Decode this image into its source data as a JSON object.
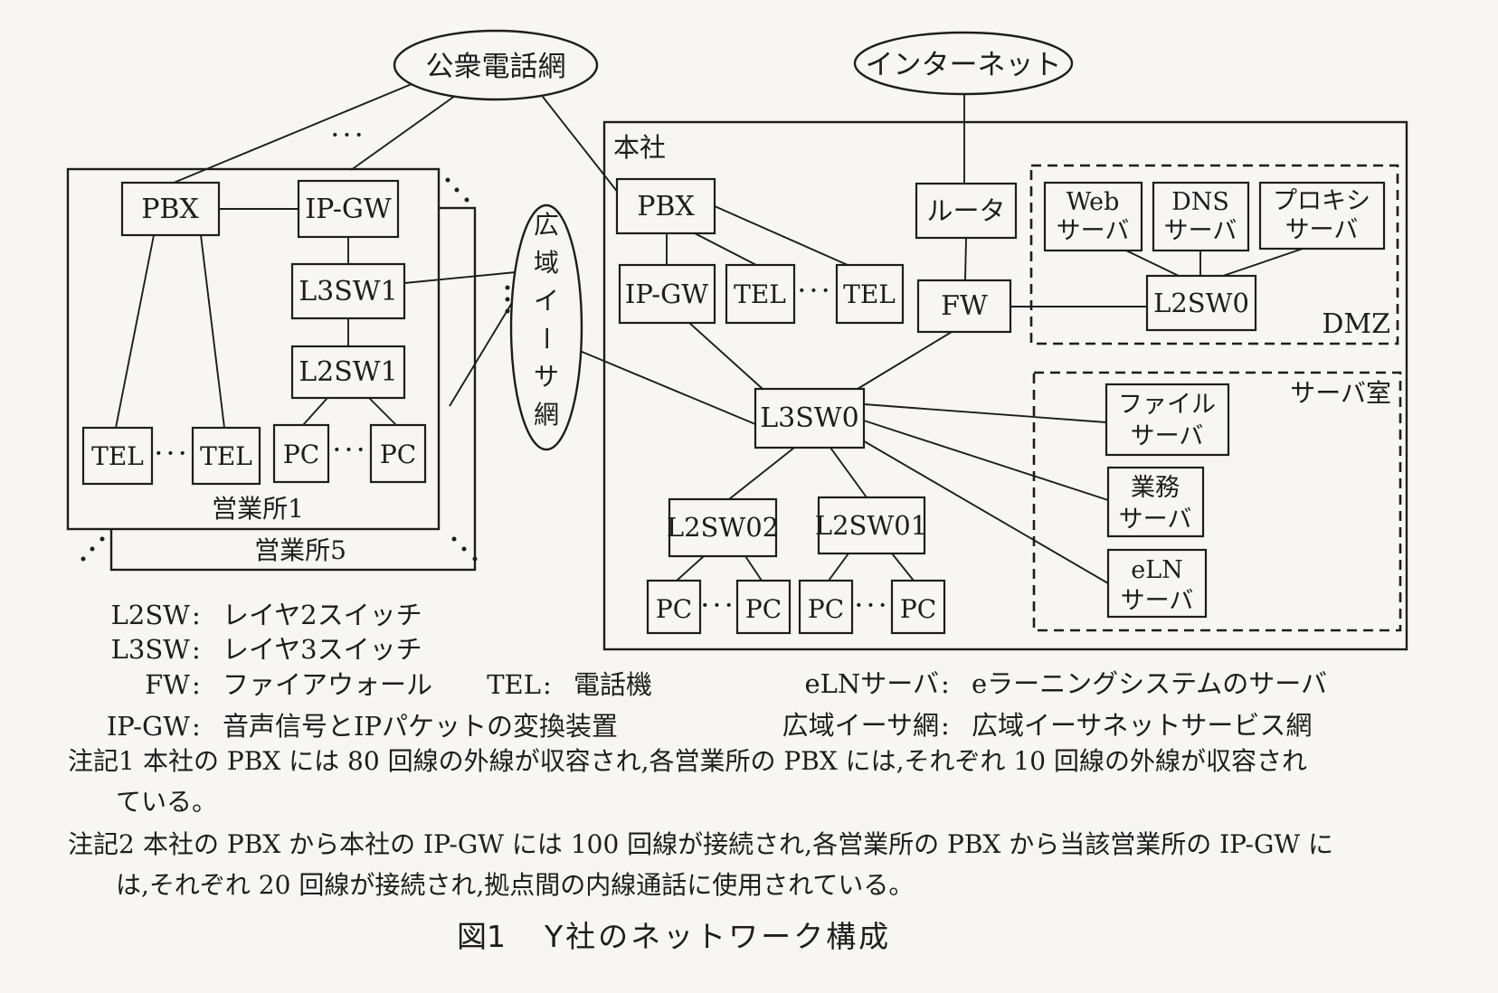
{
  "clouds": {
    "pstn": "公衆電話網",
    "internet": "インターネット"
  },
  "wan": {
    "name": "広域イーサ網",
    "chars": [
      "広",
      "域",
      "イ",
      "ー",
      "サ",
      "網"
    ]
  },
  "offices": {
    "office1_label": "営業所1",
    "office5_label": "営業所5",
    "pbx": "PBX",
    "ip_gw": "IP-GW",
    "l3sw1": "L3SW1",
    "l2sw1": "L2SW1",
    "tel": "TEL",
    "pc": "PC"
  },
  "hq": {
    "label": "本社",
    "pbx": "PBX",
    "router": "ルータ",
    "ip_gw": "IP-GW",
    "tel": "TEL",
    "fw": "FW",
    "l3sw0": "L3SW0",
    "l2sw02": "L2SW02",
    "l2sw01": "L2SW01",
    "pc": "PC",
    "dmz": {
      "label": "DMZ",
      "web": [
        "Web",
        "サーバ"
      ],
      "dns": [
        "DNS",
        "サーバ"
      ],
      "proxy": [
        "プロキシ",
        "サーバ"
      ],
      "l2sw0": "L2SW0"
    },
    "server_room": {
      "label": "サーバ室",
      "file": [
        "ファイル",
        "サーバ"
      ],
      "biz": [
        "業務",
        "サーバ"
      ],
      "eln": [
        "eLN",
        "サーバ"
      ]
    }
  },
  "dots": "···",
  "legend": {
    "sep": ":",
    "col1": [
      {
        "term": "L2SW",
        "desc": "レイヤ2スイッチ"
      },
      {
        "term": "L3SW",
        "desc": "レイヤ3スイッチ"
      },
      {
        "term": "FW",
        "desc": "ファイアウォール"
      },
      {
        "term": "IP-GW",
        "desc": "音声信号とIPパケットの変換装置"
      }
    ],
    "tel": {
      "term": "TEL",
      "desc": "電話機"
    },
    "col2": [
      {
        "term": "eLNサーバ",
        "desc": "eラーニングシステムのサーバ"
      },
      {
        "term": "広域イーサ網",
        "desc": "広域イーサネットサービス網"
      }
    ]
  },
  "notes": [
    {
      "label": "注記1",
      "line1": "本社の PBX には 80 回線の外線が収容され,各営業所の PBX には,それぞれ 10 回線の外線が収容され",
      "line2": "ている。"
    },
    {
      "label": "注記2",
      "line1": "本社の PBX から本社の IP-GW には 100 回線が接続され,各営業所の PBX から当該営業所の IP-GW に",
      "line2": "は,それぞれ 20 回線が接続され,拠点間の内線通話に使用されている。"
    }
  ],
  "figure": {
    "caption_label": "図1",
    "caption_title": "Y社のネットワーク構成"
  }
}
